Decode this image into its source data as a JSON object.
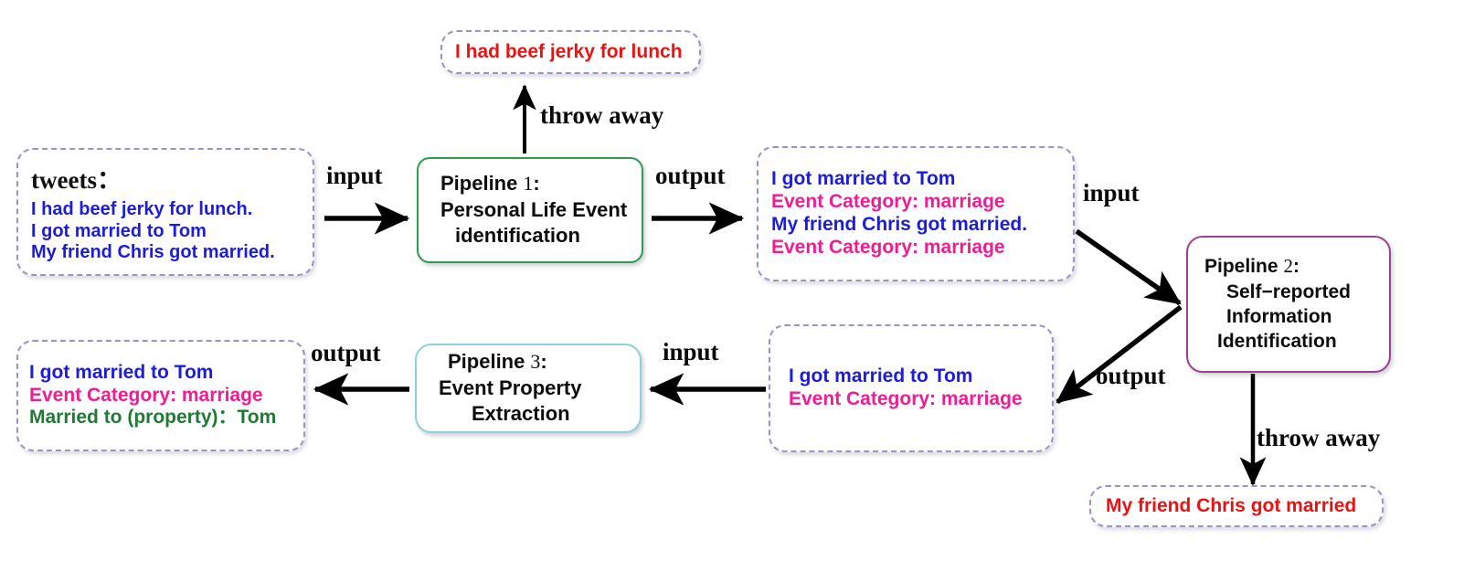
{
  "diagram": {
    "title": "Three-pipeline personal life event extraction flow",
    "colors": {
      "blue": "#1c1cdc",
      "magenta": "#ef1d95",
      "green_text": "#1f7a34",
      "red": "#ee1111",
      "dashed_border": "#9a92c6",
      "pipeline1_border": "#2e9b4e",
      "pipeline2_border": "#9c3f96",
      "pipeline3_border": "#8ecfe0",
      "arrow": "#000000"
    }
  },
  "nodes": {
    "discard_top": {
      "text": "I had beef jerky for lunch"
    },
    "tweets": {
      "heading": "tweets：",
      "lines": [
        "I had beef jerky for lunch.",
        "I got married to Tom",
        "My friend Chris got married."
      ]
    },
    "pipeline1": {
      "label": "Pipeline",
      "number": "1",
      "colon": ":",
      "line2": "Personal Life Event",
      "line3": "identification"
    },
    "pipeline1_output": {
      "lines": [
        "I got married to Tom",
        "Event Category: marriage",
        "My friend Chris got married.",
        "Event Category: marriage"
      ]
    },
    "pipeline2": {
      "label": "Pipeline",
      "number": "2",
      "colon": ":",
      "line2": "Self−reported",
      "line3": "Information",
      "line4": "Identification"
    },
    "pipeline2_output": {
      "lines": [
        "I got married to Tom",
        "Event Category: marriage"
      ]
    },
    "pipeline3": {
      "label": "Pipeline",
      "number": "3",
      "colon": ":",
      "line2": "Event Property",
      "line3": "Extraction"
    },
    "pipeline3_output": {
      "lines": [
        "I got married to Tom",
        "Event Category: marriage",
        "Married to (property)：Tom"
      ]
    },
    "discard_bottom": {
      "text": "My friend Chris got married"
    }
  },
  "edges": {
    "throw_away_top": "throw away",
    "input_1": "input",
    "output_1": "output",
    "input_2": "input",
    "output_2": "output",
    "throw_away_bottom": "throw away",
    "input_3": "input",
    "output_3": "output"
  }
}
